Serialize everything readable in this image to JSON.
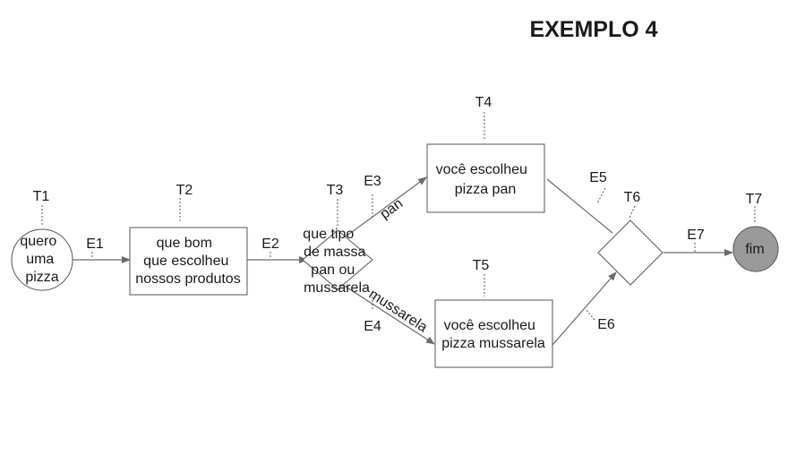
{
  "title": "EXEMPLO 4",
  "colors": {
    "end_fill": "#9a9a9a",
    "stroke": "#555555"
  },
  "nodes": {
    "t1": {
      "tag": "T1",
      "lines": [
        "quero",
        "uma",
        "pizza"
      ]
    },
    "t2": {
      "tag": "T2",
      "lines": [
        "que bom",
        "que escolheu",
        "nossos produtos"
      ]
    },
    "t3": {
      "tag": "T3",
      "lines": [
        "que tipo",
        "de massa",
        "pan ou",
        "mussarela"
      ]
    },
    "t4": {
      "tag": "T4",
      "lines": [
        "você escolheu",
        "pizza pan"
      ]
    },
    "t5": {
      "tag": "T5",
      "lines": [
        "você escolheu",
        "pizza mussarela"
      ]
    },
    "t6": {
      "tag": "T6"
    },
    "t7": {
      "tag": "T7",
      "lines": [
        "fim"
      ]
    }
  },
  "edges": {
    "e1": {
      "tag": "E1"
    },
    "e2": {
      "tag": "E2"
    },
    "e3": {
      "tag": "E3",
      "label": "pan"
    },
    "e4": {
      "tag": "E4",
      "label": "mussarela"
    },
    "e5": {
      "tag": "E5"
    },
    "e6": {
      "tag": "E6"
    },
    "e7": {
      "tag": "E7"
    }
  }
}
